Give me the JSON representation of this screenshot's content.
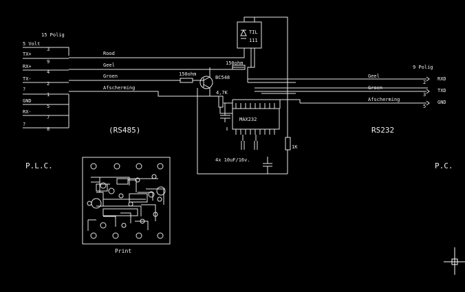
{
  "left_connector": {
    "title": "15 Polig",
    "signals": [
      "5 Volt",
      "TX+",
      "RX+",
      "TX-",
      "?",
      "GND",
      "RX-",
      "?"
    ],
    "pins": [
      "3",
      "9",
      "4",
      "2",
      "1",
      "5",
      "7",
      "8"
    ]
  },
  "wires": {
    "rood": "Rood",
    "geel": "Geel",
    "groen": "Groen",
    "afscherming": "Afscherming"
  },
  "right_connector": {
    "title": "9 Polig",
    "wire_labels": [
      "Geel",
      "Groen",
      "Afscherming"
    ],
    "signals": [
      "RXD",
      "TXD",
      "GND"
    ],
    "pins": [
      "2",
      "3",
      "5"
    ]
  },
  "components": {
    "optocoupler": [
      "TIL",
      "111"
    ],
    "r_150_top": "150ohm",
    "r_150_mid": "150ohm",
    "transistor": "BC548",
    "r_47k": "4,7K",
    "ic": "MAX232",
    "r_1k": "1K",
    "caps": "4x 10uF/16v."
  },
  "sections": {
    "rs485": "(RS485)",
    "rs232": "RS232",
    "plc": "P.L.C.",
    "pc": "P.C.",
    "print": "Print"
  },
  "colors": {
    "background": "#000000",
    "line": "#e8e8e8"
  }
}
